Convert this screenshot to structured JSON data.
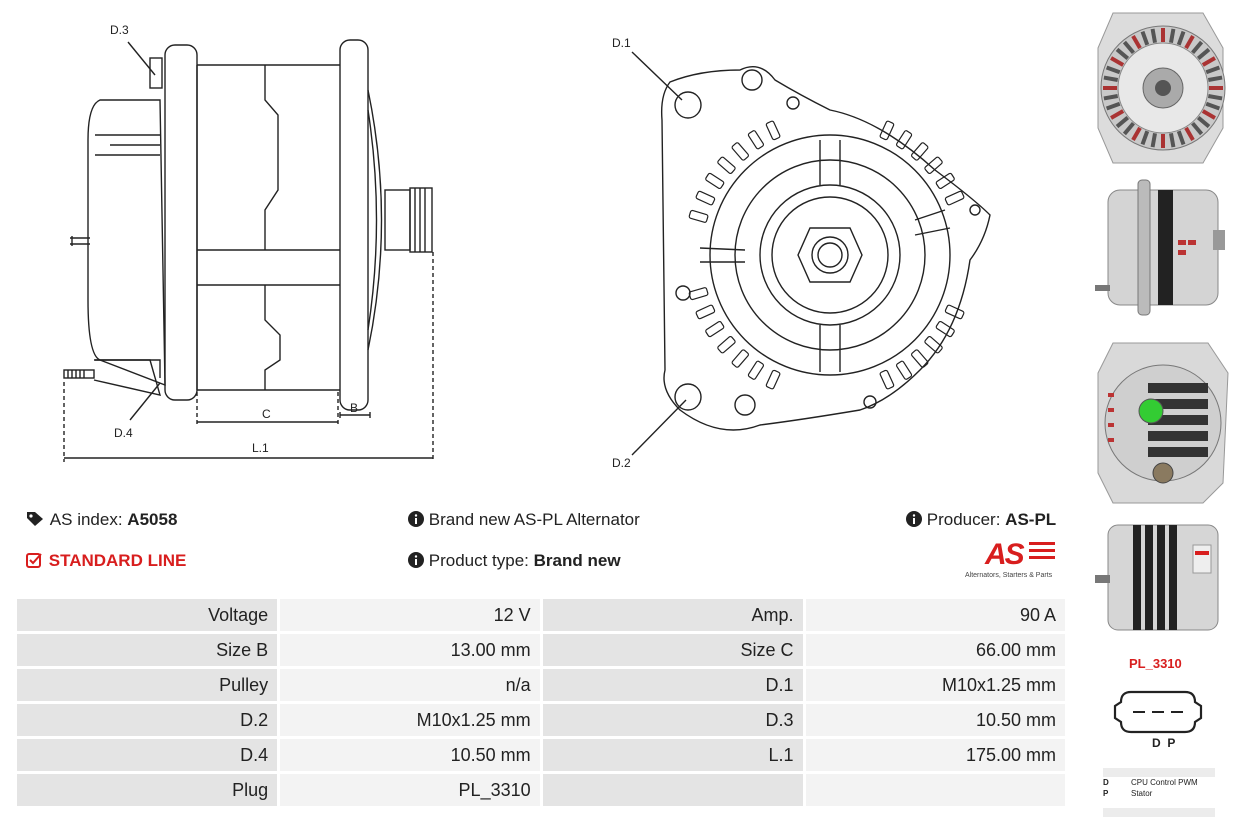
{
  "drawing_labels": {
    "d3": "D.3",
    "d4": "D.4",
    "c": "C",
    "b": "B",
    "l1": "L.1",
    "d1": "D.1",
    "d2": "D.2"
  },
  "info": {
    "as_index_label": "AS index:",
    "as_index_value": "A5058",
    "standard_line": "STANDARD LINE",
    "description": "Brand new AS-PL Alternator",
    "product_type_label": "Product type:",
    "product_type_value": "Brand new",
    "producer_label": "Producer:",
    "producer_value": "AS-PL",
    "logo_text": "AS",
    "logo_tagline": "Alternators, Starters & Parts"
  },
  "specs": [
    {
      "l1": "Voltage",
      "v1": "12 V",
      "l2": "Amp.",
      "v2": "90 A"
    },
    {
      "l1": "Size B",
      "v1": "13.00 mm",
      "l2": "Size C",
      "v2": "66.00 mm"
    },
    {
      "l1": "Pulley",
      "v1": "n/a",
      "l2": "D.1",
      "v2": "M10x1.25 mm"
    },
    {
      "l1": "D.2",
      "v1": "M10x1.25 mm",
      "l2": "D.3",
      "v2": "10.50 mm"
    },
    {
      "l1": "D.4",
      "v1": "10.50 mm",
      "l2": "L.1",
      "v2": "175.00 mm"
    },
    {
      "l1": "Plug",
      "v1": "PL_3310",
      "l2": "",
      "v2": ""
    }
  ],
  "plug": {
    "name": "PL_3310",
    "pins": "D  P",
    "legend": [
      {
        "pin": "D",
        "desc": "CPU Control PWM"
      },
      {
        "pin": "P",
        "desc": "Stator"
      }
    ]
  },
  "colors": {
    "accent": "#d81e1e",
    "label_bg": "#e4e4e4",
    "value_bg": "#f3f3f3"
  },
  "icons": [
    "tags-icon",
    "check-square-icon",
    "info-circle-icon"
  ]
}
